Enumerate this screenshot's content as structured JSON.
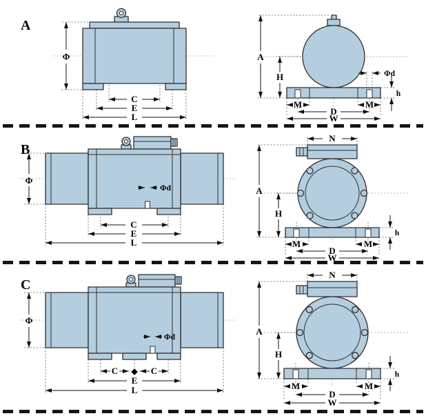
{
  "colors": {
    "body_fill": "#b4cddf",
    "body_stroke": "#2e2e2e",
    "dim_color": "#111111"
  },
  "rows": {
    "a": {
      "label": "A",
      "side": {
        "phi": "Φ",
        "c": "C",
        "e": "E",
        "l": "L"
      },
      "end": {
        "a": "A",
        "h": "H",
        "phid": "Φd",
        "h_small": "h",
        "m_left": "M",
        "m_right": "M",
        "d": "D",
        "w": "W"
      }
    },
    "b": {
      "label": "B",
      "side": {
        "phi": "Φ",
        "phid": "Φd",
        "c": "C",
        "e": "E",
        "l": "L"
      },
      "end": {
        "n": "N",
        "a": "A",
        "h": "H",
        "h_small": "h",
        "m_left": "M",
        "m_right": "M",
        "d": "D",
        "w": "W"
      }
    },
    "c": {
      "label": "C",
      "side": {
        "phi": "Φ",
        "phid": "Φd",
        "c_left": "C",
        "separator": "◆",
        "c_right": "C",
        "e": "E",
        "l": "L"
      },
      "end": {
        "n": "N",
        "a": "A",
        "h": "H",
        "h_small": "h",
        "m_left": "M",
        "m_right": "M",
        "d": "D",
        "w": "W"
      }
    }
  }
}
